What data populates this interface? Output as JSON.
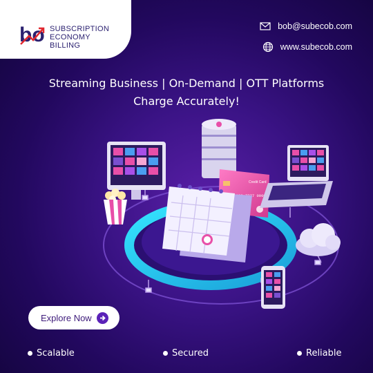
{
  "brand": {
    "line1": "SUBSCRIPTION",
    "line2": "ECONOMY",
    "line3": "BILLING",
    "logo_mark_text": "bo"
  },
  "contact": {
    "email": "bob@subecob.com",
    "website": "www.subecob.com",
    "email_icon": "mail-icon",
    "web_icon": "globe-icon"
  },
  "headline": {
    "line1": "Streaming Business | On-Demand | OTT Platforms",
    "line2": "Charge Accurately!"
  },
  "card": {
    "label": "Credit Card",
    "number": "5725  7230  7777  0000"
  },
  "cta": {
    "label": "Explore Now",
    "icon": "arrow-right-circle-icon"
  },
  "features": [
    "Scalable",
    "Secured",
    "Reliable"
  ],
  "colors": {
    "background": "#2a0c6e",
    "accent_cyan": "#29d7f0",
    "accent_pink": "#e84fa8",
    "brand_red": "#e0272f",
    "brand_navy": "#2b2170"
  }
}
